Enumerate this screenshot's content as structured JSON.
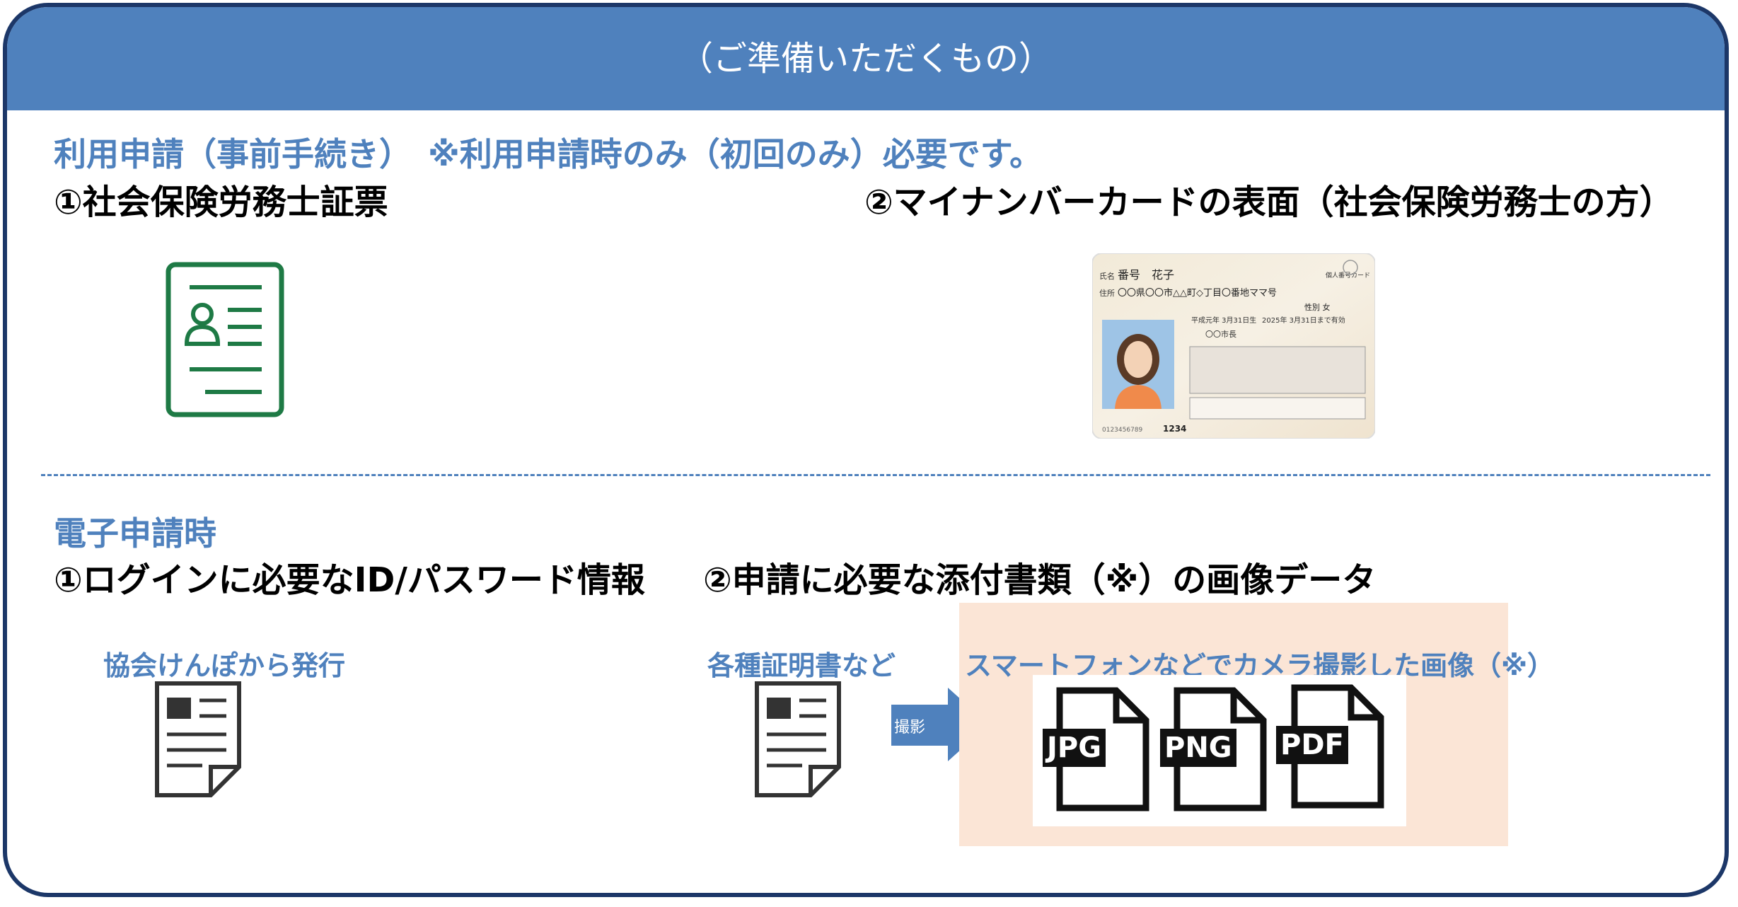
{
  "header": {
    "title": "（ご準備いただくもの）"
  },
  "section1": {
    "title": "利用申請（事前手続き）　※利用申請時のみ（初回のみ）必要です。",
    "item1": "①社会保険労務士証票",
    "item2": "②マイナンバーカードの表面（社会保険労務士の方）"
  },
  "card": {
    "name_label": "氏名",
    "name": "番号　花子",
    "address_label": "住所",
    "address": "〇〇県〇〇市△△町◇丁目〇番地ママ号",
    "date": "平成元年 3月31日生",
    "expiry": "2025年 3月31日まで有効",
    "sex": "性別 女",
    "city": "〇〇市長",
    "number": "1234",
    "badge": "個人番号カード"
  },
  "section2": {
    "title": "電子申請時",
    "item1": "①ログインに必要なID/パスワード情報",
    "item2": "②申請に必要な添付書類（※）の画像データ",
    "label_left": "協会けんぽから発行",
    "label_mid": "各種証明書など",
    "label_right": "スマートフォンなどでカメラ撮影した画像（※）",
    "arrow_label": "撮影",
    "file_types": [
      "JPG",
      "PNG",
      "PDF"
    ]
  },
  "colors": {
    "header_bg": "#4f81bd",
    "frame": "#1c3768",
    "accent": "#4f81bd",
    "peach": "#fbe5d6",
    "icon_green": "#1e7a45"
  }
}
